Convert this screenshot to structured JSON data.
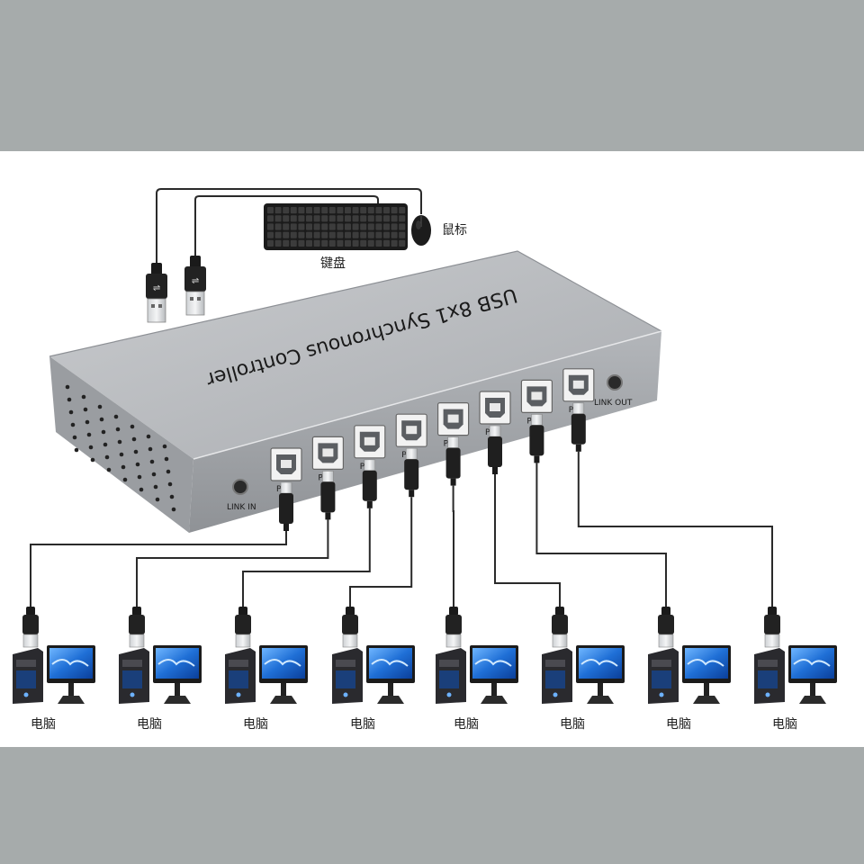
{
  "colors": {
    "page_band": "#a6abab",
    "panel": "#ffffff",
    "device_body": "#b9bcbf",
    "device_front": "#a3a6aa",
    "cable": "#2a2a2a"
  },
  "device": {
    "title": "USB 8x1 Synchronous Controller",
    "link_in": "LINK IN",
    "link_out": "LINK OUT",
    "port_mark": "P",
    "port_count": 8
  },
  "peripherals": {
    "keyboard_label": "键盘",
    "mouse_label": "鼠标"
  },
  "computers": {
    "label": "电脑",
    "count": 8
  },
  "icons": [
    "usb-a-plug-icon",
    "usb-b-plug-icon",
    "keyboard-icon",
    "mouse-icon",
    "computer-tower-icon",
    "monitor-icon"
  ]
}
